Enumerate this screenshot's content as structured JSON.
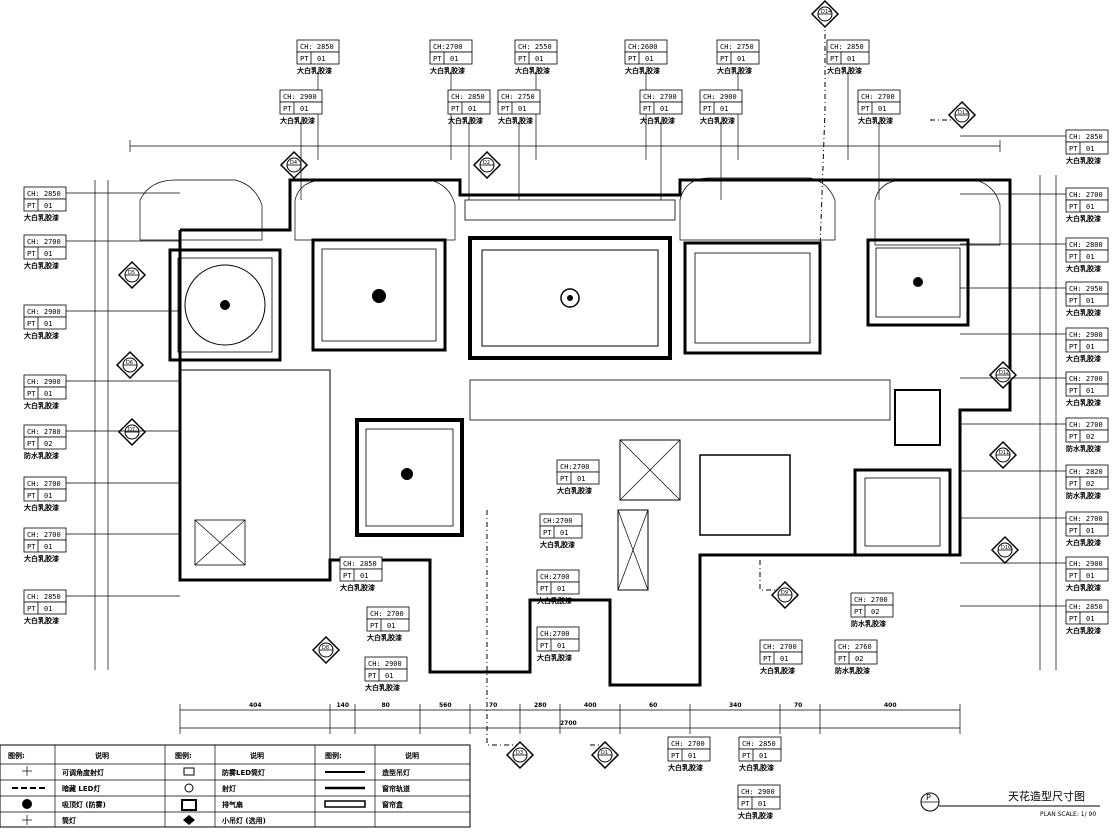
{
  "tags_top": [
    {
      "ch": "CH: 2850",
      "pt": "01",
      "label": "大白乳胶漆"
    },
    {
      "ch": "CH:2700",
      "pt": "01",
      "label": "大白乳胶漆"
    },
    {
      "ch": "CH: 2550",
      "pt": "01",
      "label": "大白乳胶漆"
    },
    {
      "ch": "CH:2600",
      "pt": "01",
      "label": "大白乳胶漆"
    },
    {
      "ch": "CH: 2750",
      "pt": "01",
      "label": "大白乳胶漆"
    },
    {
      "ch": "CH: 2850",
      "pt": "01",
      "label": "大白乳胶漆"
    }
  ],
  "tags_top2": [
    {
      "ch": "CH: 2900",
      "pt": "01",
      "label": "大白乳胶漆"
    },
    {
      "ch": "CH: 2850",
      "pt": "01",
      "label": "大白乳胶漆"
    },
    {
      "ch": "CH: 2750",
      "pt": "01",
      "label": "大白乳胶漆"
    },
    {
      "ch": "CH: 2700",
      "pt": "01",
      "label": "大白乳胶漆"
    },
    {
      "ch": "CH: 2900",
      "pt": "01",
      "label": "大白乳胶漆"
    },
    {
      "ch": "CH: 2700",
      "pt": "01",
      "label": "大白乳胶漆"
    }
  ],
  "tags_left": [
    {
      "ch": "CH: 2850",
      "pt": "01",
      "label": "大白乳胶漆"
    },
    {
      "ch": "CH: 2700",
      "pt": "01",
      "label": "大白乳胶漆"
    },
    {
      "ch": "CH: 2900",
      "pt": "01",
      "label": "大白乳胶漆"
    },
    {
      "ch": "CH: 2900",
      "pt": "01",
      "label": "大白乳胶漆"
    },
    {
      "ch": "CH: 2780",
      "pt": "02",
      "label": "防水乳胶漆"
    },
    {
      "ch": "CH: 2700",
      "pt": "01",
      "label": "大白乳胶漆"
    },
    {
      "ch": "CH: 2700",
      "pt": "01",
      "label": "大白乳胶漆"
    },
    {
      "ch": "CH: 2850",
      "pt": "01",
      "label": "大白乳胶漆"
    }
  ],
  "tags_right": [
    {
      "ch": "CH: 2850",
      "pt": "01",
      "label": "大白乳胶漆"
    },
    {
      "ch": "CH: 2700",
      "pt": "01",
      "label": "大白乳胶漆"
    },
    {
      "ch": "CH: 2800",
      "pt": "01",
      "label": "大白乳胶漆"
    },
    {
      "ch": "CH: 2950",
      "pt": "01",
      "label": "大白乳胶漆"
    },
    {
      "ch": "CH: 2900",
      "pt": "01",
      "label": "大白乳胶漆"
    },
    {
      "ch": "CH: 2700",
      "pt": "01",
      "label": "大白乳胶漆"
    },
    {
      "ch": "CH: 2700",
      "pt": "02",
      "label": "防水乳胶漆"
    },
    {
      "ch": "CH: 2820",
      "pt": "02",
      "label": "防水乳胶漆"
    },
    {
      "ch": "CH: 2700",
      "pt": "01",
      "label": "大白乳胶漆"
    },
    {
      "ch": "CH: 2900",
      "pt": "01",
      "label": "大白乳胶漆"
    },
    {
      "ch": "CH: 2850",
      "pt": "01",
      "label": "大白乳胶漆"
    }
  ],
  "tags_inner": [
    {
      "ch": "CH:2700",
      "pt": "01",
      "label": "大白乳胶漆"
    },
    {
      "ch": "CH:2700",
      "pt": "01",
      "label": "大白乳胶漆"
    },
    {
      "ch": "CH:2700",
      "pt": "01",
      "label": "大白乳胶漆"
    },
    {
      "ch": "CH:2700",
      "pt": "01",
      "label": "大白乳胶漆"
    },
    {
      "ch": "CH: 2850",
      "pt": "01",
      "label": "大白乳胶漆"
    },
    {
      "ch": "CH: 2700",
      "pt": "01",
      "label": "大白乳胶漆"
    },
    {
      "ch": "CH: 2900",
      "pt": "01",
      "label": "大白乳胶漆"
    },
    {
      "ch": "CH: 2700",
      "pt": "02",
      "label": "防水乳胶漆"
    },
    {
      "ch": "CH: 2760",
      "pt": "02",
      "label": "防水乳胶漆"
    },
    {
      "ch": "CH: 2700",
      "pt": "01",
      "label": "大白乳胶漆"
    }
  ],
  "tags_bottom": [
    {
      "ch": "CH: 2700",
      "pt": "01",
      "label": "大白乳胶漆"
    },
    {
      "ch": "CH: 2850",
      "pt": "01",
      "label": "大白乳胶漆"
    },
    {
      "ch": "CH: 2900",
      "pt": "01",
      "label": "大白乳胶漆"
    }
  ],
  "bottom_dims": [
    "404",
    "140",
    "80",
    "560",
    "70",
    "280",
    "400",
    "60",
    "340",
    "70",
    "400"
  ],
  "bottom_total": "2700",
  "section_markers": [
    "D3",
    "D1",
    "D2",
    "D4",
    "D5",
    "D6",
    "D7",
    "D8",
    "D9",
    "D10",
    "D11",
    "D12",
    "D13",
    "D14"
  ],
  "legend": {
    "headers": [
      "图例:",
      "说明",
      "图例:",
      "说明",
      "图例:",
      "说明"
    ],
    "col1": [
      "可调角度射灯",
      "暗藏 LED灯",
      "吸顶灯 (防雾)",
      "筒灯"
    ],
    "col2": [
      "防雾LED筒灯",
      "射灯",
      "排气扇",
      "小吊灯 (选用)"
    ],
    "col3": [
      "造型吊灯",
      "窗帘轨道",
      "窗帘盒"
    ]
  },
  "title": {
    "main": "天花造型尺寸图",
    "sub": "PLAN   SCALE: 1/ 90",
    "symbol": "P"
  }
}
